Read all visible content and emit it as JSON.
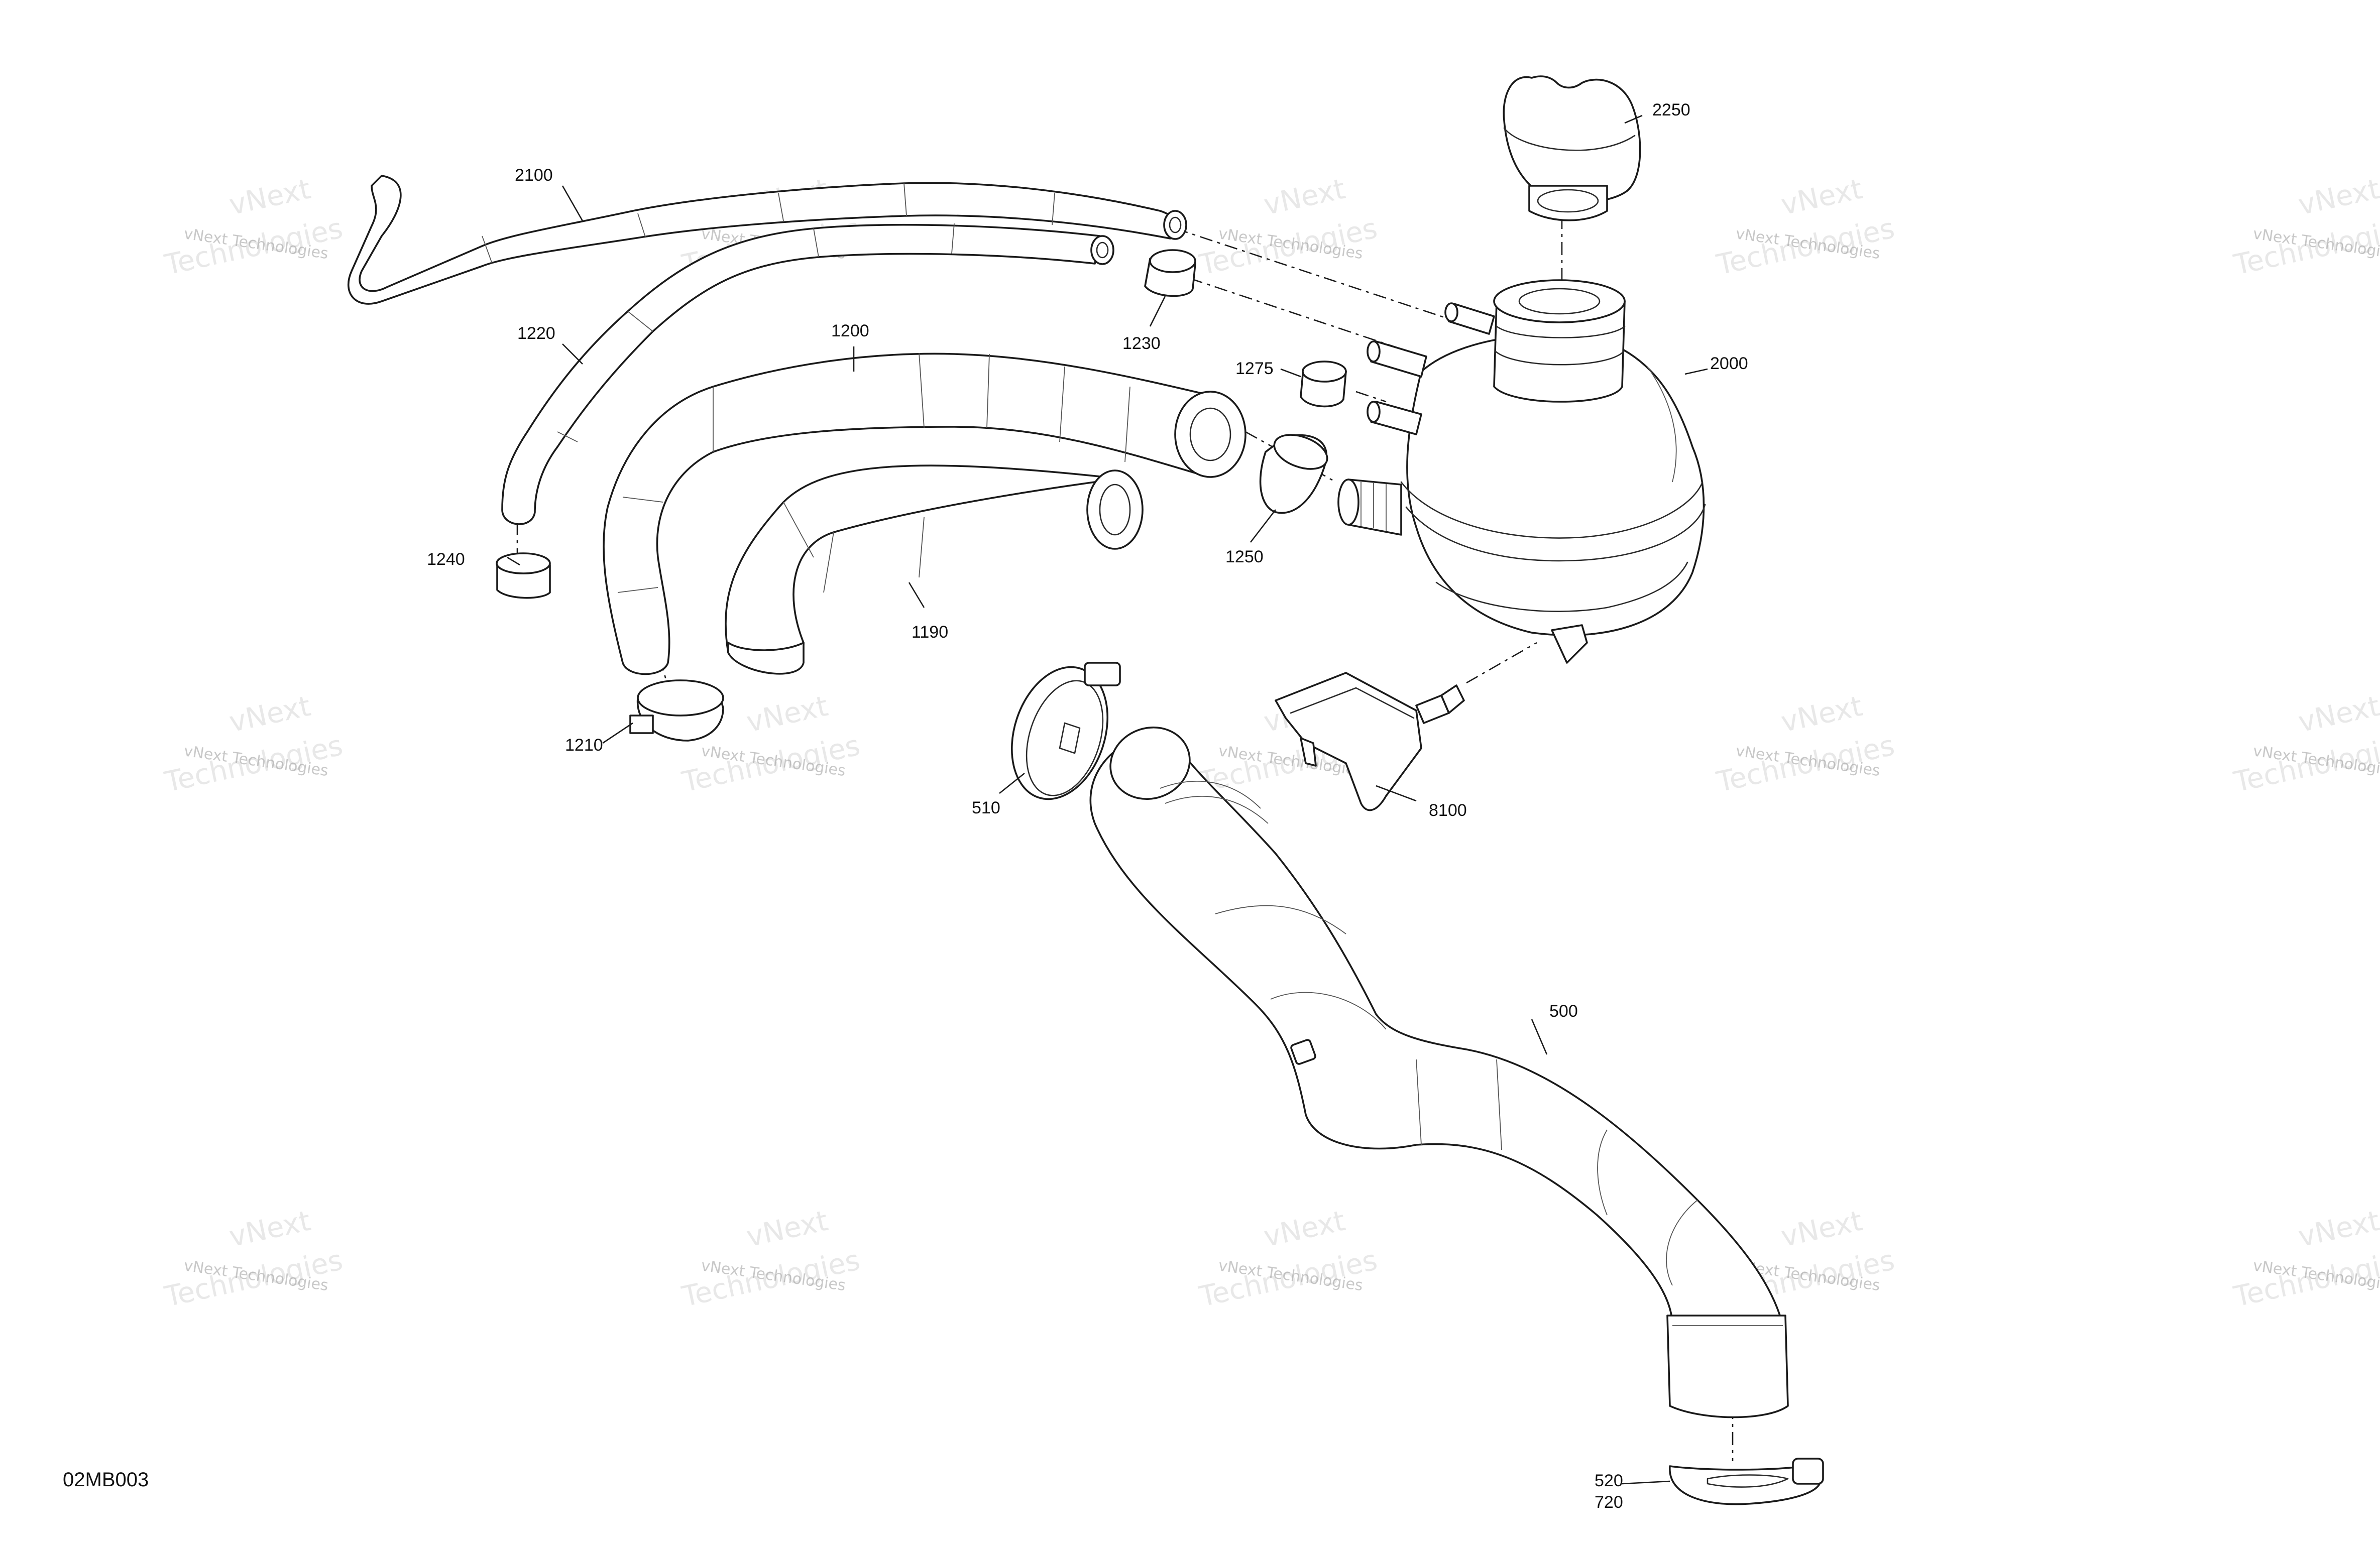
{
  "drawing_code": "02MB003",
  "watermark": {
    "line1": "vNext Technologies",
    "line2": "Technologies",
    "brand": "vNext"
  },
  "callouts": {
    "p2100": "2100",
    "p2250": "2250",
    "p1220": "1220",
    "p1230": "1230",
    "p2000": "2000",
    "p1200": "1200",
    "p1275": "1275",
    "p1250": "1250",
    "p1240": "1240",
    "p1190": "1190",
    "p1210": "1210",
    "p510": "510",
    "p8100": "8100",
    "p500": "500",
    "p520": "520",
    "p720": "720"
  }
}
